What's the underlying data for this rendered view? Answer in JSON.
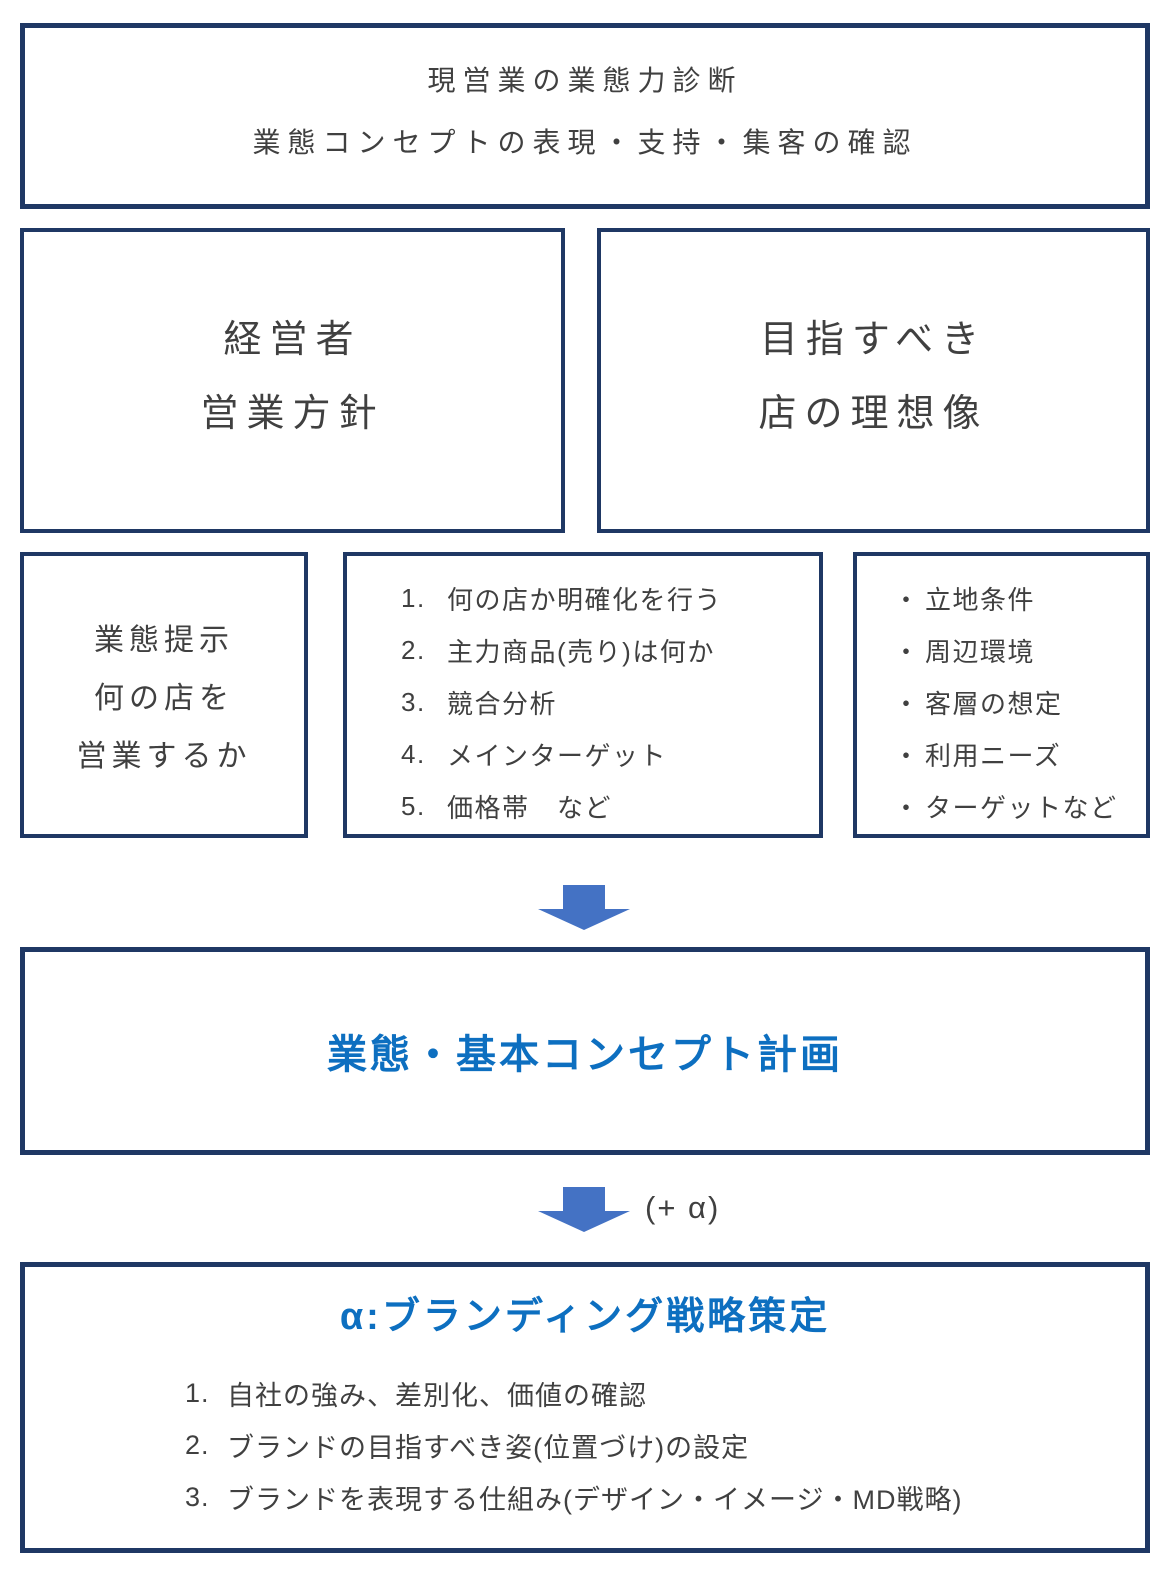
{
  "colors": {
    "background": "#ffffff",
    "box_border": "#1f3864",
    "body_text": "#404040",
    "accent_blue": "#0d6fc0",
    "arrow_blue": "#4472c4"
  },
  "icons": {
    "down_arrow": "down-arrow-icon",
    "bullet_glyph": "・"
  },
  "diagram": {
    "top_box": {
      "lines": [
        "現営業の業態力診断",
        "業態コンセプトの表現・支持・集客の確認"
      ]
    },
    "owner_box": {
      "lines": [
        "経営者",
        "営業方針"
      ]
    },
    "ideal_box": {
      "lines": [
        "目指すべき",
        "店の理想像"
      ]
    },
    "presentation_box": {
      "lines": [
        "業態提示",
        "何の店を",
        "営業するか"
      ]
    },
    "checklist_box": {
      "items": [
        {
          "num": "1.",
          "text": "何の店か明確化を行う"
        },
        {
          "num": "2.",
          "text": "主力商品(売り)は何か"
        },
        {
          "num": "3.",
          "text": "競合分析"
        },
        {
          "num": "4.",
          "text": "メインターゲット"
        },
        {
          "num": "5.",
          "text": "価格帯　など"
        }
      ]
    },
    "conditions_box": {
      "bullet": "・",
      "items": [
        "立地条件",
        "周辺環境",
        "客層の想定",
        "利用ニーズ",
        "ターゲットなど"
      ]
    },
    "concept_box": {
      "title": "業態・基本コンセプト計画"
    },
    "plus_alpha_label": "(+ α)",
    "branding_box": {
      "title": "α:ブランディング戦略策定",
      "items": [
        {
          "num": "1.",
          "text": "自社の強み、差別化、価値の確認"
        },
        {
          "num": "2.",
          "text": "ブランドの目指すべき姿(位置づけ)の設定"
        },
        {
          "num": "3.",
          "text": "ブランドを表現する仕組み(デザイン・イメージ・MD戦略)"
        }
      ]
    }
  }
}
